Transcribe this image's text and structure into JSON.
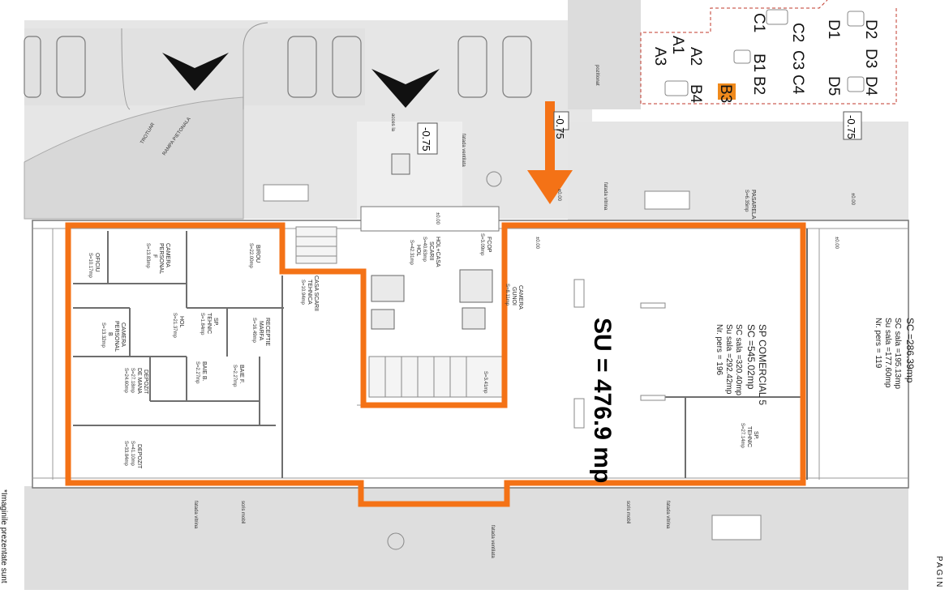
{
  "plan": {
    "area_label": "SU = 476.9 mp",
    "unit_block": [
      "SP COMERCIAL 5",
      "SC =545.02mp",
      "SC sala =320.40mp",
      "Su sala =292.42mp",
      "Nr. pers = 196"
    ],
    "neighbor_block": [
      "SC =286.39mp",
      "SC sala =195.13mp",
      "Su sala =177.60mp",
      "Nr. pers = 119"
    ],
    "level_marks": [
      "-0.75",
      "-0.75",
      "-0.75"
    ],
    "side_note": "*Imaginile prezentate sunt",
    "page_edge": "PAGIN",
    "accent_color": "#f47216",
    "highlight_color": "#f08a1c"
  },
  "rooms": {
    "oficiu": [
      "OFICIU",
      "S=10.17mp"
    ],
    "camera_personal_f": [
      "CAMERA",
      "PERSONAL",
      "F",
      "S=13.83mp"
    ],
    "birou": [
      "BIROU",
      "S=22.00mp"
    ],
    "casa_scarii": [
      "CASA SCARII",
      "TEHNICA",
      "S=10.94mp"
    ],
    "hol_casa_scarii": [
      "HOL+CASA",
      "SCARII",
      "S=40.63mp"
    ],
    "hol_small": [
      "HOL",
      "S=42.31mp"
    ],
    "fcop": [
      "FCOP",
      "S=3.09mp"
    ],
    "sp_tehnic_small": [
      "SP.",
      "TEHNIC",
      "S=1.84mp"
    ],
    "hol_left": [
      "HOL",
      "S=21.37mp"
    ],
    "receptie": [
      "RECEPTIE",
      "MARFA",
      "S=16.49mp"
    ],
    "camera_personal_b": [
      "CAMERA",
      "PERSONAL",
      "B",
      "S=13.32mp"
    ],
    "baie_b": [
      "BAIE B.",
      "S=2.27mp"
    ],
    "baie_f": [
      "BAIE F.",
      "S=2.27mp"
    ],
    "depozit_mana_1": [
      "DEPOZIT",
      "DE MANA",
      "S=27.18mp",
      "S=24.60mp"
    ],
    "depozit_2": [
      "DEPOZIT",
      "S=41.10mp",
      "S=33.84mp"
    ],
    "camera_gunoi": [
      "CAMERA",
      "GUNOI",
      "S=8.11mp"
    ],
    "sp_tehnic": [
      "SP.",
      "TEHNIC",
      "S=27.14mp"
    ],
    "pasarela": [
      "PASARELA",
      "S=6.35mp"
    ],
    "small_wc": [
      "S=3.41mp"
    ]
  },
  "labels": {
    "rampa": "RAMPA PIETONALA",
    "trotuar": "TROTUAR",
    "fatada_ventilata": "fatada ventilata",
    "fatada_vitrina": "fatada vitrina",
    "scris_mobil": "scris mobil",
    "acces": "acces la",
    "pozitionat": "pozitionat",
    "zero": "±0.00"
  },
  "parking": {
    "spots": [
      "A1",
      "A2",
      "A3",
      "B1",
      "B2",
      "B3",
      "B4",
      "C1",
      "C2",
      "C3",
      "C4",
      "D1",
      "D2",
      "D3",
      "D4",
      "D5"
    ],
    "highlighted": "B3"
  }
}
